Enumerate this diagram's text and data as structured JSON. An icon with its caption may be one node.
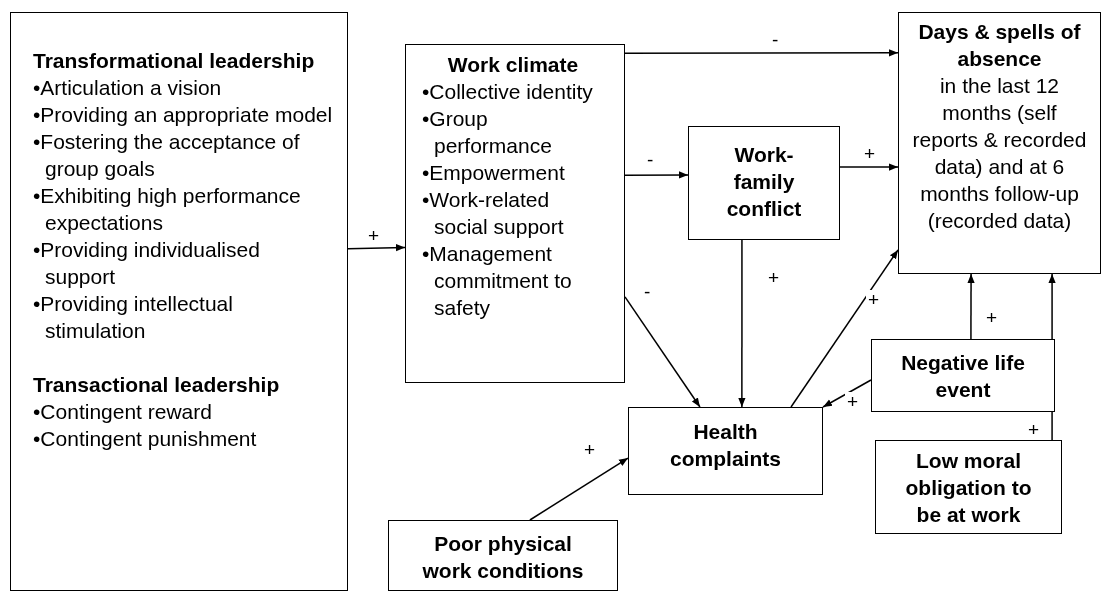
{
  "diagram": {
    "nodes": [
      {
        "text": [
          "Transformational leadership",
          "•Articulation a vision",
          "•Providing an appropriate model",
          "•Fostering the acceptance of group goals",
          "•Exhibiting high performance expectations",
          "•Providing individualised support",
          "•Providing intellectual stimulation",
          "Transactional leadership",
          "•Contingent reward",
          "•Contingent punishment"
        ]
      },
      {
        "text": [
          "Work climate",
          "•Collective identity",
          "•Group performance",
          "•Empowerment",
          "•Work-related social support",
          "•Management commitment to safety"
        ]
      },
      {
        "text": [
          "Days & spells of absence",
          "in the last 12 months (self reports & recorded data) and at 6 months follow-up (recorded data)"
        ]
      },
      {
        "text": [
          "Work-family conflict"
        ]
      },
      {
        "text": [
          "Negative life event"
        ]
      },
      {
        "text": [
          "Health complaints"
        ]
      },
      {
        "text": [
          "Low moral obligation to be at work"
        ]
      },
      {
        "text": [
          "Poor physical work conditions"
        ]
      }
    ],
    "edges": [
      {
        "from": 0,
        "to": 1,
        "arrow": "to",
        "label": "+"
      },
      {
        "from": 1,
        "to": 2,
        "arrow": "to",
        "label": "-"
      },
      {
        "from": 1,
        "to": 3,
        "arrow": "to",
        "label": "-"
      },
      {
        "from": 3,
        "to": 2,
        "arrow": "to",
        "label": "+"
      },
      {
        "from": 1,
        "to": 5,
        "arrow": "to",
        "label": "-"
      },
      {
        "from": 3,
        "to": 5,
        "arrow": "to",
        "label": "+"
      },
      {
        "from": 5,
        "to": 2,
        "arrow": "to",
        "label": "+"
      },
      {
        "from": 4,
        "to": 5,
        "arrow": "to",
        "label": "+"
      },
      {
        "from": 4,
        "to": 2,
        "arrow": "to",
        "label": "+"
      },
      {
        "from": 6,
        "to": 2,
        "arrow": "to",
        "label": "+"
      },
      {
        "from": 7,
        "to": 5,
        "arrow": "to",
        "label": "+"
      }
    ]
  }
}
